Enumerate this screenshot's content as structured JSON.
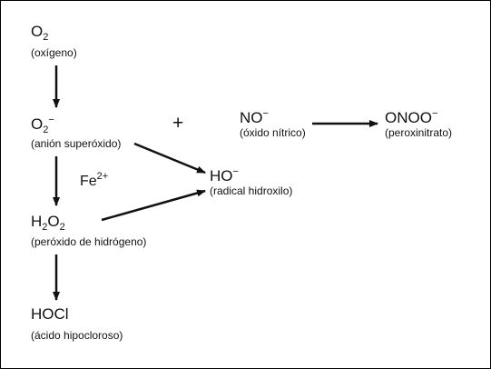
{
  "species": {
    "o2": {
      "formula": "O",
      "sub": "2",
      "name": "(oxígeno)"
    },
    "superoxide": {
      "formula": "O",
      "sub": "2",
      "sup": "−",
      "name": "(anión superóxido)"
    },
    "h2o2": {
      "f1": "H",
      "s1": "2",
      "f2": "O",
      "s2": "2",
      "name": "(peróxido de hidrógeno)"
    },
    "hocl": {
      "formula": "HOCl",
      "name": "(ácido hipocloroso)"
    },
    "hydroxyl": {
      "formula": "HO",
      "sup": "−",
      "name": "(radical hidroxilo)"
    },
    "nitric_oxide": {
      "formula": "NO",
      "sup": "−",
      "name": "(óxido nítrico)"
    },
    "peroxynitrite": {
      "formula": "ONOO",
      "sup": "−",
      "name": "(peroxinitrato)"
    }
  },
  "catalyst": {
    "formula": "Fe",
    "sup": "2+"
  },
  "plus_sign": "+",
  "arrows": [
    "o2->superoxide",
    "superoxide->h2o2",
    "h2o2->hocl",
    "superoxide->hydroxyl",
    "h2o2->hydroxyl",
    "nitric_oxide->peroxynitrite"
  ],
  "colors": {
    "ink": "#111111",
    "border": "#000000",
    "background": "#ffffff"
  }
}
